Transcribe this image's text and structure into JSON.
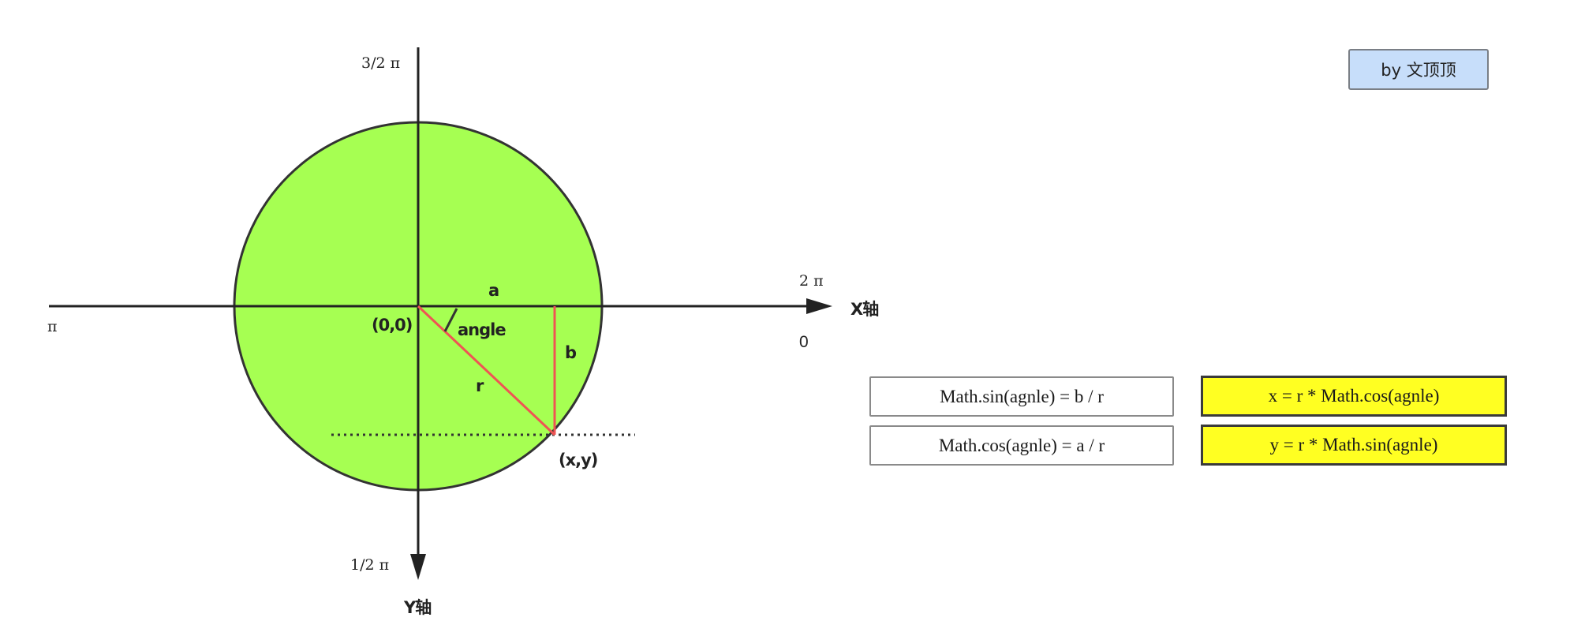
{
  "colors": {
    "circle_fill": "#a6ff52",
    "circle_stroke": "#333333",
    "axis": "#222222",
    "radius_line": "#ef5454",
    "formula_highlight": "#ffff22",
    "credit_bg": "#c7defa"
  },
  "axes": {
    "x_axis_label": "X轴",
    "y_axis_label": "Y轴",
    "angle_left": "π",
    "angle_right_top": "2 π",
    "angle_right_bottom": "0",
    "angle_top": "3/2 π",
    "angle_bottom": "1/2 π"
  },
  "diagram": {
    "origin_label": "(0,0)",
    "point_label": "(x,y)",
    "angle_label": "angle",
    "radius_label": "r",
    "side_a_label": "a",
    "side_b_label": "b"
  },
  "formulas": {
    "sin_ratio": "Math.sin(agnle) = b / r",
    "cos_ratio": "Math.cos(agnle) = a / r",
    "x_formula": "x = r * Math.cos(agnle)",
    "y_formula": "y = r * Math.sin(agnle)"
  },
  "credit": {
    "text": "by 文顶顶"
  }
}
